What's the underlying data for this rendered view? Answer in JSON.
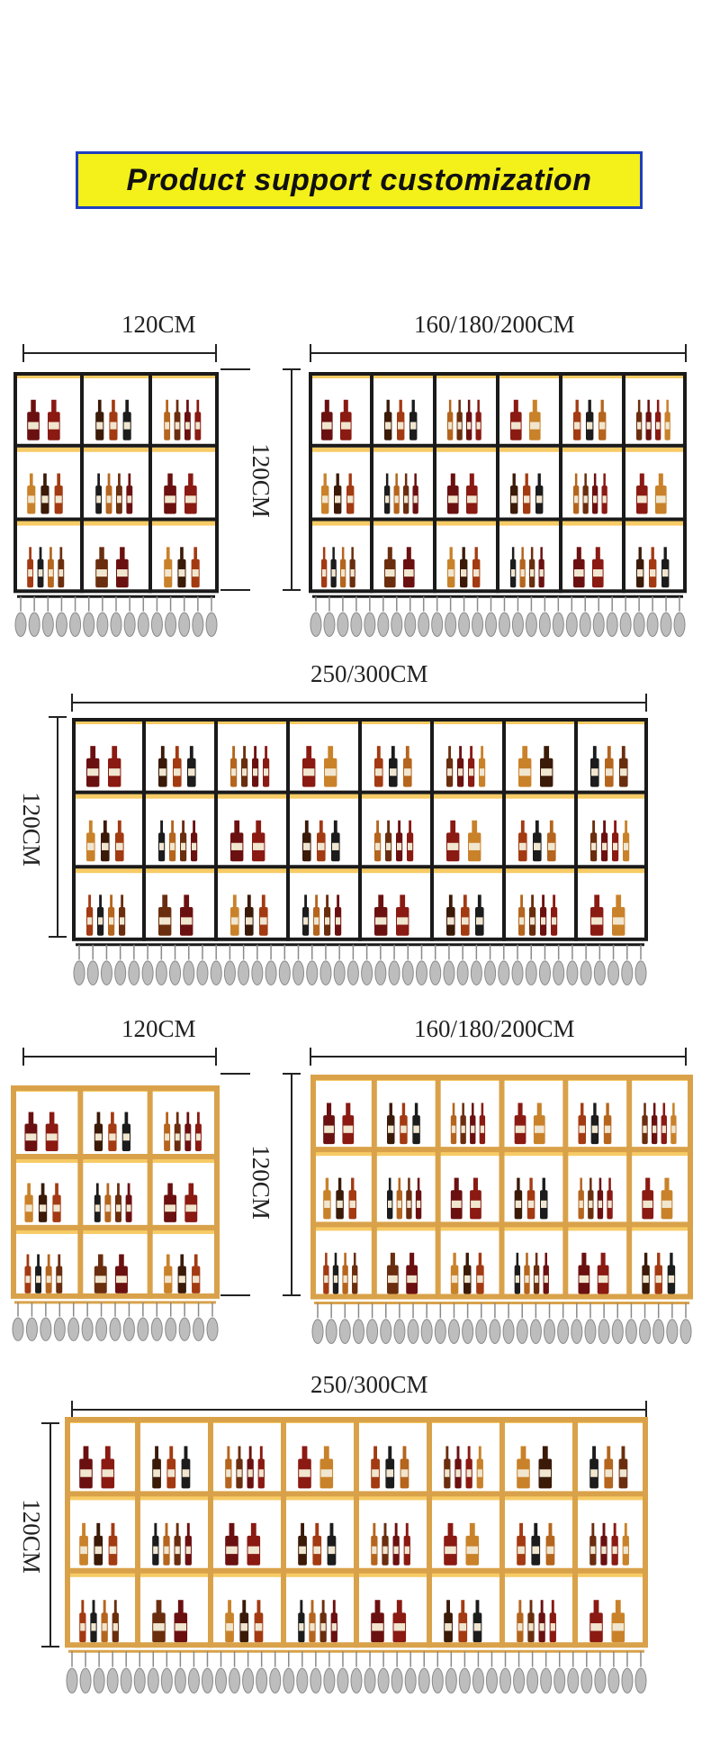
{
  "banner": {
    "text": "Product support customization"
  },
  "sections": [
    {
      "style": "black",
      "width_label": "120CM",
      "height_label": "120CM"
    },
    {
      "style": "black",
      "width_label": "160/180/200CM",
      "height_label": "120CM"
    },
    {
      "style": "black",
      "width_label": "250/300CM",
      "height_label": "120CM"
    },
    {
      "style": "gold",
      "width_label": "120CM",
      "height_label": "120CM"
    },
    {
      "style": "gold",
      "width_label": "160/180/200CM",
      "height_label": "120CM"
    },
    {
      "style": "gold",
      "width_label": "250/300CM",
      "height_label": "120CM"
    }
  ],
  "colors": {
    "frame_black": "#1a1a1a",
    "frame_gold": "#d9a24a",
    "light": "#f6c24a",
    "glass": "#8a8a8a",
    "banner_bg": "#f4f01a",
    "banner_border": "#1e3fbf"
  }
}
